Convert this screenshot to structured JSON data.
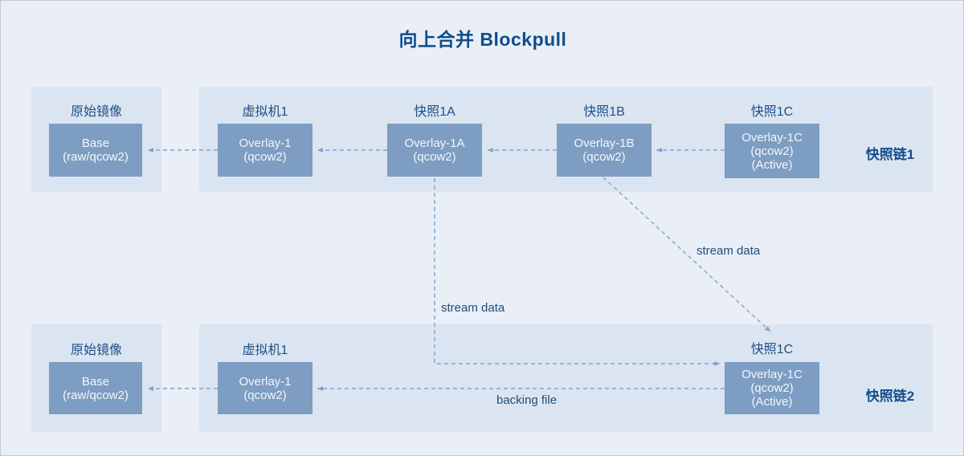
{
  "title": "向上合并 Blockpull",
  "colors": {
    "background": "#e9eef7",
    "panel": "#dbe5f1",
    "box": "#7d9dc2",
    "box_text": "#f4f7fb",
    "heading": "#0f4c8c",
    "label_text": "#1c4f86",
    "dashed_line": "#7fa3cb"
  },
  "chain1": {
    "label": "快照链1",
    "origin": {
      "label": "原始镜像",
      "box": "Base\n(raw/qcow2)"
    },
    "nodes": [
      {
        "label": "虚拟机1",
        "box": "Overlay-1\n(qcow2)"
      },
      {
        "label": "快照1A",
        "box": "Overlay-1A\n(qcow2)"
      },
      {
        "label": "快照1B",
        "box": "Overlay-1B\n(qcow2)"
      },
      {
        "label": "快照1C",
        "box": "Overlay-1C\n(qcow2)\n(Active)"
      }
    ]
  },
  "chain2": {
    "label": "快照链2",
    "origin": {
      "label": "原始镜像",
      "box": "Base\n(raw/qcow2)"
    },
    "nodes": [
      {
        "label": "虚拟机1",
        "box": "Overlay-1\n(qcow2)"
      },
      {
        "label": "快照1C",
        "box": "Overlay-1C\n(qcow2)\n(Active)"
      }
    ]
  },
  "edges": {
    "stream_data_left": "stream data",
    "stream_data_right": "stream data",
    "backing_file": "backing file"
  }
}
